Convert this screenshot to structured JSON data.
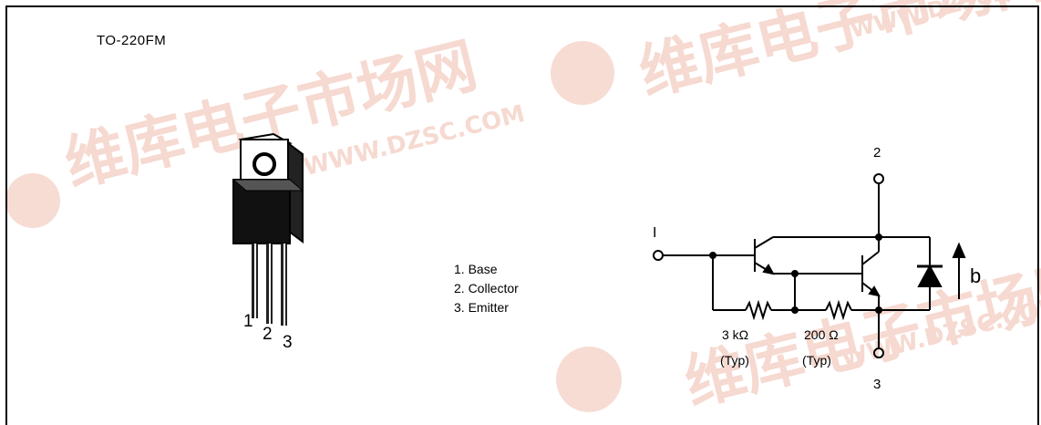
{
  "package": {
    "title": "TO-220FM"
  },
  "pins": [
    {
      "label": "1. Base"
    },
    {
      "label": "2. Collector"
    },
    {
      "label": "3. Emitter"
    }
  ],
  "leads": [
    "1",
    "2",
    "3"
  ],
  "schematic": {
    "terminal_collector": "2",
    "terminal_base": "I",
    "terminal_emitter": "3",
    "r1_value": "3 kΩ",
    "r1_note": "(Typ)",
    "r2_value": "200 Ω",
    "r2_note": "(Typ)",
    "diode_label": "b"
  },
  "watermark": {
    "text_cn": "维库电子市场网",
    "text_url": "WWW.DZSC.COM",
    "color": "#f6d9d0"
  }
}
